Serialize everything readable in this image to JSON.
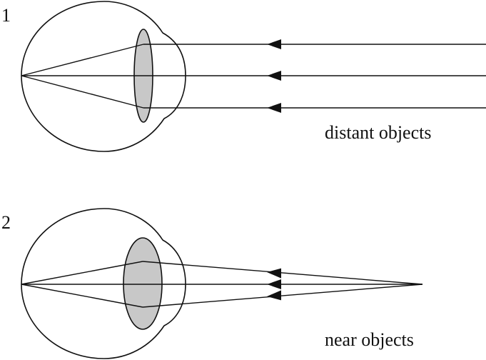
{
  "colors": {
    "stroke": "#111111",
    "lens_fill": "#c8c8c8",
    "background": "#ffffff"
  },
  "panels": [
    {
      "number": "1",
      "caption": "distant objects",
      "lens_state": "thin"
    },
    {
      "number": "2",
      "caption": "near objects",
      "lens_state": "thick"
    }
  ]
}
